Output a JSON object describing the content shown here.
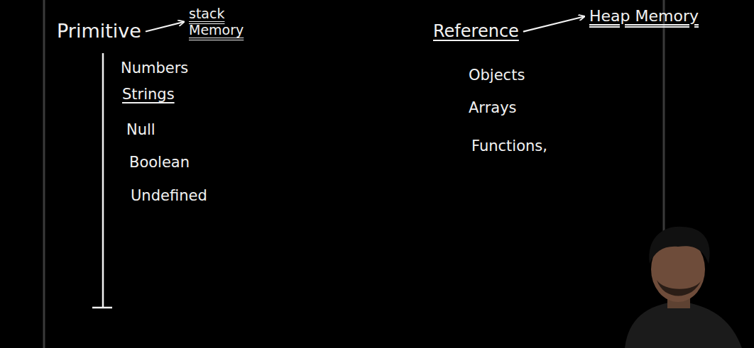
{
  "diagram": {
    "nodes": [
      {
        "text": [
          "Primitive"
        ]
      },
      {
        "text": [
          "stack Memory"
        ]
      },
      {
        "text": [
          "Reference"
        ]
      },
      {
        "text": [
          "Heap Memory"
        ]
      }
    ],
    "edges": [
      {
        "from": 0,
        "to": 1,
        "arrow": "to"
      },
      {
        "from": 2,
        "to": 3,
        "arrow": "to"
      }
    ],
    "labels": [
      "Numbers",
      "Strings",
      "Null",
      "Boolean",
      "Undefined",
      "Objects",
      "Arrays",
      "Functions,"
    ]
  }
}
